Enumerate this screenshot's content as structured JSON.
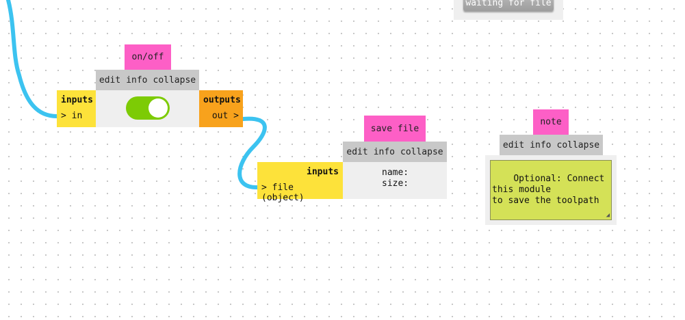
{
  "top_module": {
    "button_label": "waiting for file"
  },
  "onoff_module": {
    "title": "on/off",
    "edit_label": "edit",
    "info_label": "info",
    "collapse_label": "collapse",
    "inputs_header": "inputs",
    "input_port": "> in",
    "outputs_header": "outputs",
    "output_port": "out >",
    "toggle_state": "on"
  },
  "savefile_module": {
    "title": "save file",
    "edit_label": "edit",
    "info_label": "info",
    "collapse_label": "collapse",
    "inputs_header": "inputs",
    "input_port": "> file (object)",
    "name_label": "name:",
    "size_label": "size:"
  },
  "note_module": {
    "title": "note",
    "edit_label": "edit",
    "info_label": "info",
    "collapse_label": "collapse",
    "note_text": "Optional: Connect this module\nto save the toolpath"
  },
  "colors": {
    "title": "#fd5fc6",
    "bar": "#c8c8c8",
    "inputs": "#fde23a",
    "outputs": "#f8a21c",
    "toggle_on": "#7dcb05",
    "wire": "#3cc3f0",
    "note": "#d4e157"
  }
}
